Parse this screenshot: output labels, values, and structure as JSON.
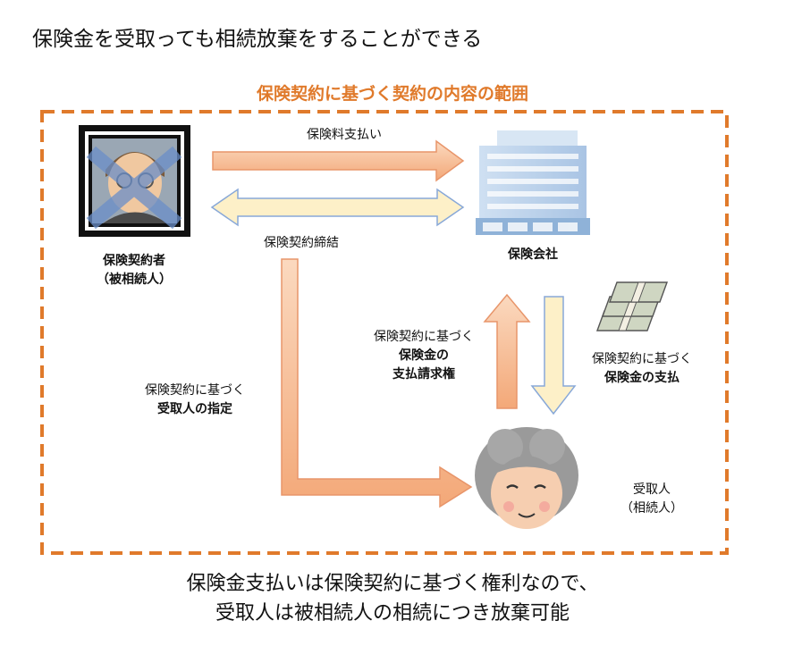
{
  "title": "保険金を受取っても相続放棄をすることができる",
  "scope_label": "保険契約に基づく契約の内容の範囲",
  "policyholder": {
    "line1": "保険契約者",
    "line2": "（被相続人）"
  },
  "insurer": {
    "label": "保険会社"
  },
  "beneficiary": {
    "line1": "受取人",
    "line2": "（相続人）"
  },
  "flows": {
    "premium_payment": "保険料支払い",
    "contract": "保険契約締結",
    "designation": {
      "line1": "保険契約に基づく",
      "line2": "受取人の指定"
    },
    "claim_right": {
      "line1": "保険契約に基づく",
      "line2": "保険金の",
      "line3": "支払請求権"
    },
    "payout": {
      "line1": "保険契約に基づく",
      "line2": "保険金の支払"
    }
  },
  "conclusion": {
    "line1": "保険金支払いは保険契約に基づく権利なので、",
    "line2": "受取人は被相続人の相続につき放棄可能"
  },
  "colors": {
    "orange_accent": "#e07a2b",
    "arrow_orange_fill": "#f7c4a0",
    "arrow_orange_stroke": "#e8956a",
    "arrow_cream_fill": "#fdf0c8",
    "arrow_blue_stroke": "#88a8d8"
  }
}
